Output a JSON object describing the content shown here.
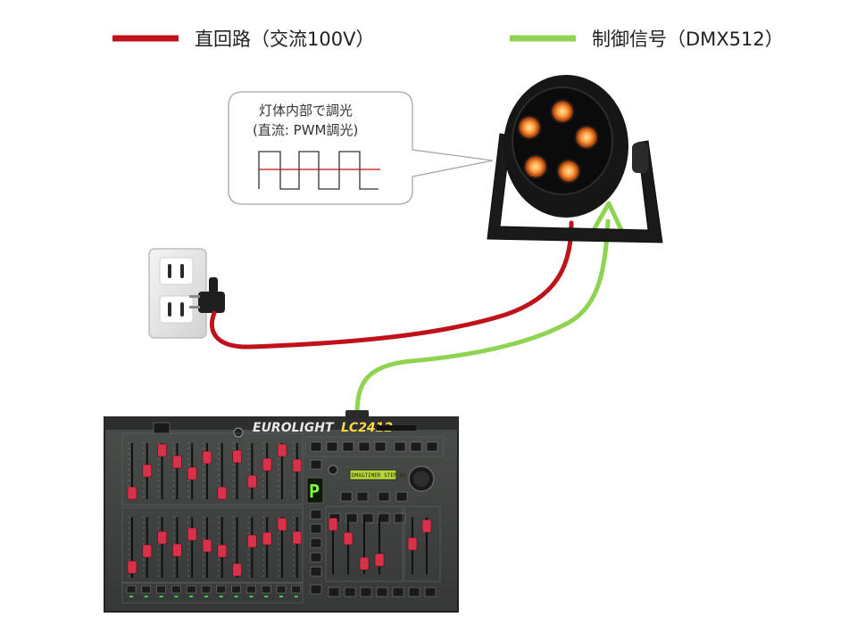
{
  "legend": {
    "ac_label": "直回路（交流100V）",
    "ac_color": "#c0121b",
    "dmx_label": "制御信号（DMX512）",
    "dmx_color": "#8ed352"
  },
  "bubble": {
    "line1": "灯体内部で調光",
    "line2": "(直流: PWM調光)"
  },
  "console": {
    "brand_left": "EUROLIGHT",
    "brand_right": "LC2412",
    "lcd_text": "DMX&TIMER STEP 01",
    "segment_text": "P"
  },
  "colors": {
    "fader_cap": "#d8324a",
    "led_lens": "#ff9a3c",
    "console_body": "#3f4340"
  }
}
